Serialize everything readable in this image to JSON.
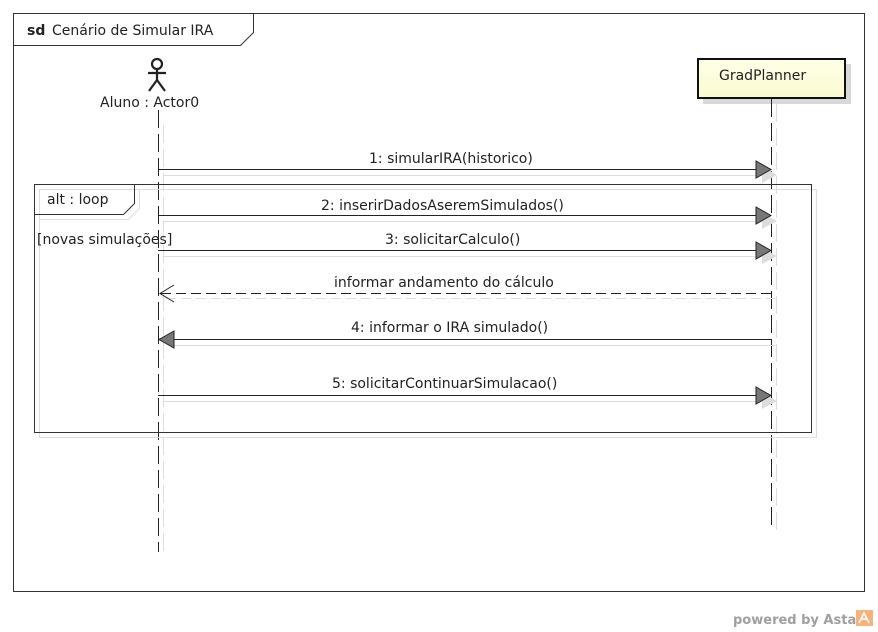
{
  "frame": {
    "keyword": "sd",
    "title": "Cenário de Simular IRA"
  },
  "actor": {
    "label": "Aluno : Actor0"
  },
  "lifeline": {
    "label": "GradPlanner"
  },
  "fragment": {
    "operator": "alt : loop",
    "guard": "[novas simulações]"
  },
  "messages": [
    {
      "label": "1: simularIRA(historico)"
    },
    {
      "label": "2: inserirDadosAseremSimulados()"
    },
    {
      "label": "3: solicitarCalculo()"
    },
    {
      "label": "informar andamento do cálculo"
    },
    {
      "label": "4: informar o IRA simulado()"
    },
    {
      "label": "5: solicitarContinuarSimulacao()"
    }
  ],
  "footer": {
    "text": "powered by Astah"
  }
}
